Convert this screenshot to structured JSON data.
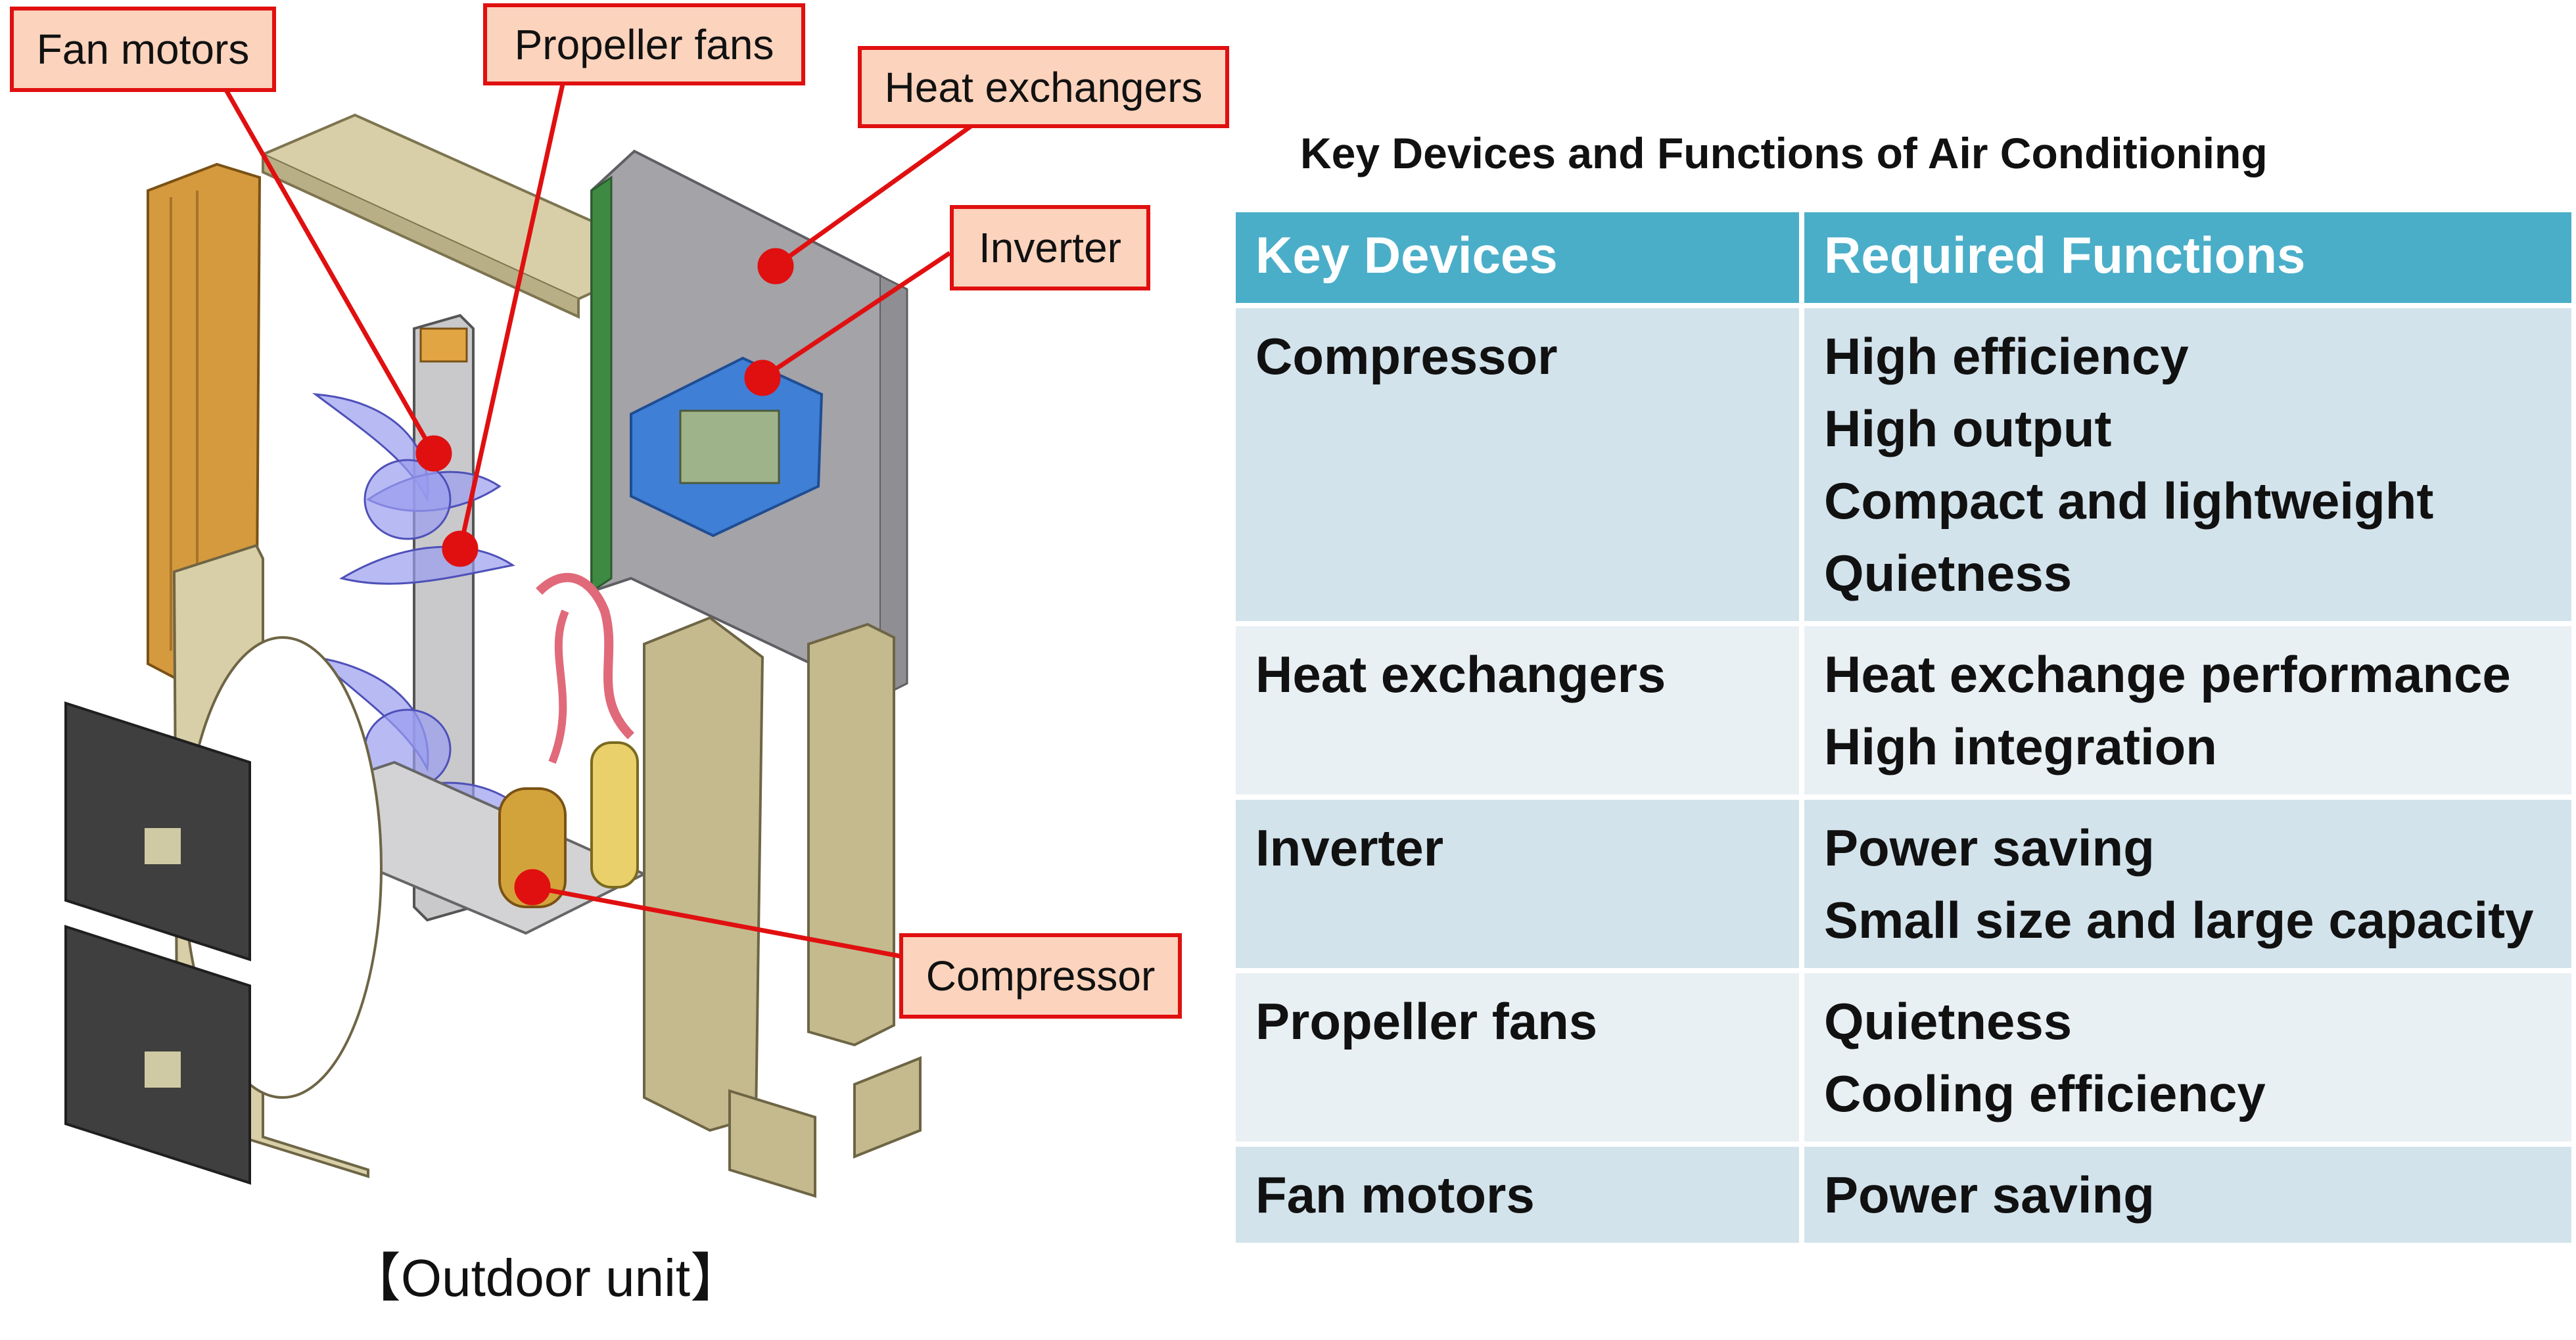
{
  "diagram": {
    "callouts": {
      "fan_motors": "Fan motors",
      "propeller_fans": "Propeller fans",
      "heat_exchangers": "Heat exchangers",
      "inverter": "Inverter",
      "compressor": "Compressor"
    },
    "caption": "【Outdoor unit】",
    "colors": {
      "callout_fill": "#fcd3bd",
      "callout_border": "#e01010",
      "leader_line": "#e01010"
    }
  },
  "table": {
    "title": "Key Devices and Functions of Air Conditioning",
    "headers": [
      "Key Devices",
      "Required Functions"
    ],
    "rows": [
      {
        "device": "Compressor",
        "functions": [
          "High efficiency",
          "High output",
          "Compact and lightweight",
          "Quietness"
        ]
      },
      {
        "device": "Heat exchangers",
        "functions": [
          "Heat exchange performance",
          "High integration"
        ]
      },
      {
        "device": "Inverter",
        "functions": [
          "Power saving",
          "Small size and large capacity"
        ]
      },
      {
        "device": "Propeller fans",
        "functions": [
          "Quietness",
          "Cooling efficiency"
        ]
      },
      {
        "device": "Fan motors",
        "functions": [
          "Power saving"
        ]
      }
    ],
    "colors": {
      "header": "#4aaec9",
      "row_odd": "#d3e3ec",
      "row_even": "#e9f0f4"
    }
  }
}
